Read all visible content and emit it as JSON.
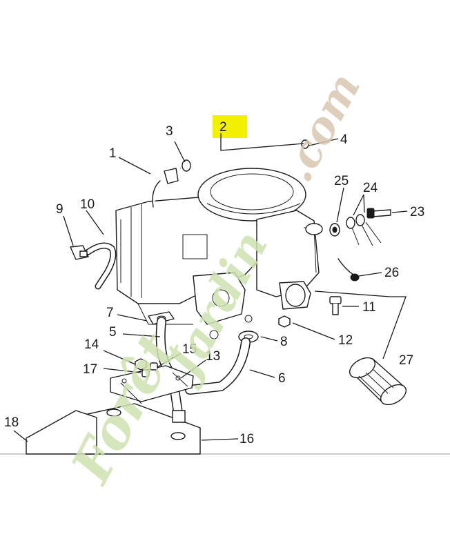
{
  "callouts": {
    "c1": "1",
    "c2": "2",
    "c3": "3",
    "c4": "4",
    "c5": "5",
    "c6": "6",
    "c7": "7",
    "c8": "8",
    "c9": "9",
    "c10": "10",
    "c11": "11",
    "c12": "12",
    "c13": "13",
    "c14": "14",
    "c15": "15",
    "c16": "16",
    "c17": "17",
    "c18": "18",
    "c23": "23",
    "c24": "24",
    "c25": "25",
    "c26": "26",
    "c27": "27"
  },
  "highlighted_callout": "2",
  "colors": {
    "highlight": "#f2f200",
    "watermark_green": "#cfe2b0",
    "watermark_orange": "#f7d2a0",
    "watermark_brown": "#d9c7b0",
    "line": "#1a1a1a"
  },
  "watermark": {
    "part1": "Forêt",
    "part2": "Jardin",
    "part3": ".com"
  }
}
